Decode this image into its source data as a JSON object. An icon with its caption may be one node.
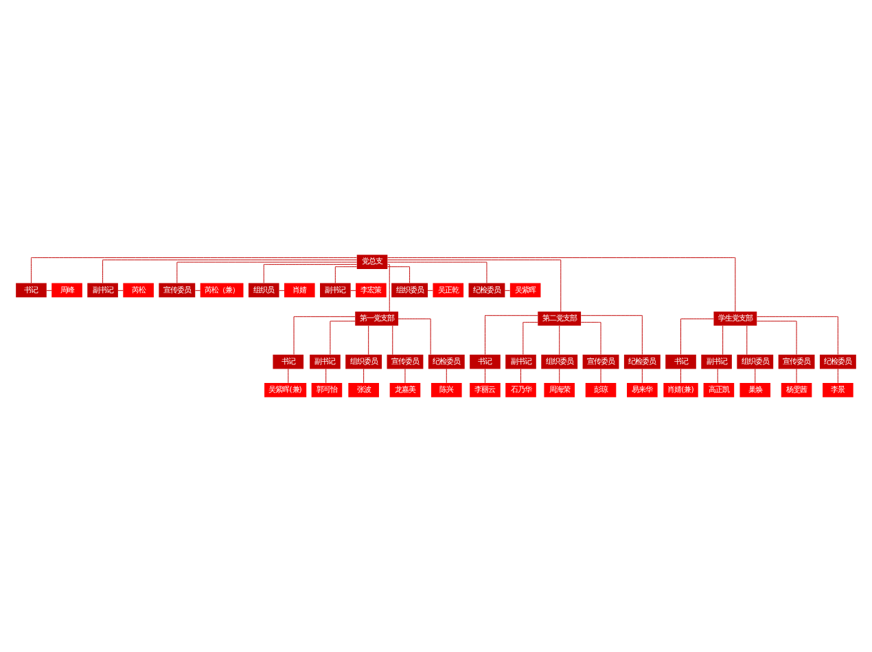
{
  "diagram": {
    "nodes": [
      {
        "text": [
          "党总支"
        ]
      },
      {
        "text": [
          "周峰"
        ]
      },
      {
        "text": [
          "书记"
        ]
      },
      {
        "text": [
          "芮松"
        ]
      },
      {
        "text": [
          "副书记"
        ]
      },
      {
        "text": [
          "芮松（兼）"
        ]
      },
      {
        "text": [
          "宣传委员"
        ]
      },
      {
        "text": [
          "肖婧"
        ]
      },
      {
        "text": [
          "组织员"
        ]
      },
      {
        "text": [
          "副书记"
        ]
      },
      {
        "text": [
          "李宏策"
        ]
      },
      {
        "text": [
          "组织委员"
        ]
      },
      {
        "text": [
          "吴正乾"
        ]
      },
      {
        "text": [
          "纪检委员"
        ]
      },
      {
        "text": [
          "吴紫晖"
        ]
      },
      {
        "text": [
          "第一党支部"
        ]
      },
      {
        "text": [
          "第二党支部"
        ]
      },
      {
        "text": [
          "学生党支部"
        ]
      },
      {
        "text": [
          "书记"
        ]
      },
      {
        "text": [
          "副书记"
        ]
      },
      {
        "text": [
          "组织委员"
        ]
      },
      {
        "text": [
          "宣传委员"
        ]
      },
      {
        "text": [
          "纪检委员"
        ]
      },
      {
        "text": [
          "书记"
        ]
      },
      {
        "text": [
          "副书记"
        ]
      },
      {
        "text": [
          "组织委员"
        ]
      },
      {
        "text": [
          "宣传委员"
        ]
      },
      {
        "text": [
          "纪检委员"
        ]
      },
      {
        "text": [
          "书记"
        ]
      },
      {
        "text": [
          "副书记"
        ]
      },
      {
        "text": [
          "组织委员"
        ]
      },
      {
        "text": [
          "宣传委员"
        ]
      },
      {
        "text": [
          "纪检委员"
        ]
      },
      {
        "text": [
          "吴紫晖(兼)"
        ]
      },
      {
        "text": [
          "郭可怡"
        ]
      },
      {
        "text": [
          "张波"
        ]
      },
      {
        "text": [
          "龙嘉美"
        ]
      },
      {
        "text": [
          "陈兴"
        ]
      },
      {
        "text": [
          "李丽云"
        ]
      },
      {
        "text": [
          "石乃华"
        ]
      },
      {
        "text": [
          "周海荣"
        ]
      },
      {
        "text": [
          "彭琼"
        ]
      },
      {
        "text": [
          "易来华"
        ]
      },
      {
        "text": [
          "肖婧(兼)"
        ]
      },
      {
        "text": [
          "高正凯"
        ]
      },
      {
        "text": [
          "巢焕"
        ]
      },
      {
        "text": [
          "杨雯茜"
        ]
      },
      {
        "text": [
          "李景"
        ]
      }
    ],
    "edges": [
      {
        "from": 0,
        "to": 2,
        "arrow": "none"
      },
      {
        "from": 2,
        "to": 1,
        "arrow": "none"
      },
      {
        "from": 0,
        "to": 4,
        "arrow": "none"
      },
      {
        "from": 4,
        "to": 3,
        "arrow": "none"
      },
      {
        "from": 0,
        "to": 6,
        "arrow": "none"
      },
      {
        "from": 6,
        "to": 5,
        "arrow": "none"
      },
      {
        "from": 0,
        "to": 8,
        "arrow": "none"
      },
      {
        "from": 8,
        "to": 7,
        "arrow": "none"
      },
      {
        "from": 0,
        "to": 9,
        "arrow": "none"
      },
      {
        "from": 9,
        "to": 10,
        "arrow": "none"
      },
      {
        "from": 0,
        "to": 11,
        "arrow": "none"
      },
      {
        "from": 11,
        "to": 12,
        "arrow": "none"
      },
      {
        "from": 0,
        "to": 13,
        "arrow": "none"
      },
      {
        "from": 13,
        "to": 14,
        "arrow": "none"
      },
      {
        "from": 0,
        "to": 15,
        "arrow": "none"
      },
      {
        "from": 0,
        "to": 16,
        "arrow": "none"
      },
      {
        "from": 0,
        "to": 17,
        "arrow": "none"
      },
      {
        "from": 15,
        "to": 18,
        "arrow": "none"
      },
      {
        "from": 15,
        "to": 19,
        "arrow": "none"
      },
      {
        "from": 15,
        "to": 20,
        "arrow": "none"
      },
      {
        "from": 15,
        "to": 21,
        "arrow": "none"
      },
      {
        "from": 15,
        "to": 22,
        "arrow": "none"
      },
      {
        "from": 16,
        "to": 23,
        "arrow": "none"
      },
      {
        "from": 16,
        "to": 24,
        "arrow": "none"
      },
      {
        "from": 16,
        "to": 25,
        "arrow": "none"
      },
      {
        "from": 16,
        "to": 26,
        "arrow": "none"
      },
      {
        "from": 16,
        "to": 27,
        "arrow": "none"
      },
      {
        "from": 17,
        "to": 28,
        "arrow": "none"
      },
      {
        "from": 17,
        "to": 29,
        "arrow": "none"
      },
      {
        "from": 17,
        "to": 30,
        "arrow": "none"
      },
      {
        "from": 17,
        "to": 31,
        "arrow": "none"
      },
      {
        "from": 17,
        "to": 32,
        "arrow": "none"
      },
      {
        "from": 18,
        "to": 33,
        "arrow": "none"
      },
      {
        "from": 19,
        "to": 34,
        "arrow": "none"
      },
      {
        "from": 20,
        "to": 35,
        "arrow": "none"
      },
      {
        "from": 21,
        "to": 36,
        "arrow": "none"
      },
      {
        "from": 22,
        "to": 37,
        "arrow": "none"
      },
      {
        "from": 23,
        "to": 38,
        "arrow": "none"
      },
      {
        "from": 24,
        "to": 39,
        "arrow": "none"
      },
      {
        "from": 25,
        "to": 40,
        "arrow": "none"
      },
      {
        "from": 26,
        "to": 41,
        "arrow": "none"
      },
      {
        "from": 27,
        "to": 42,
        "arrow": "none"
      },
      {
        "from": 28,
        "to": 43,
        "arrow": "none"
      },
      {
        "from": 29,
        "to": 44,
        "arrow": "none"
      },
      {
        "from": 30,
        "to": 45,
        "arrow": "none"
      },
      {
        "from": 31,
        "to": 46,
        "arrow": "none"
      },
      {
        "from": 32,
        "to": 47,
        "arrow": "none"
      }
    ]
  }
}
